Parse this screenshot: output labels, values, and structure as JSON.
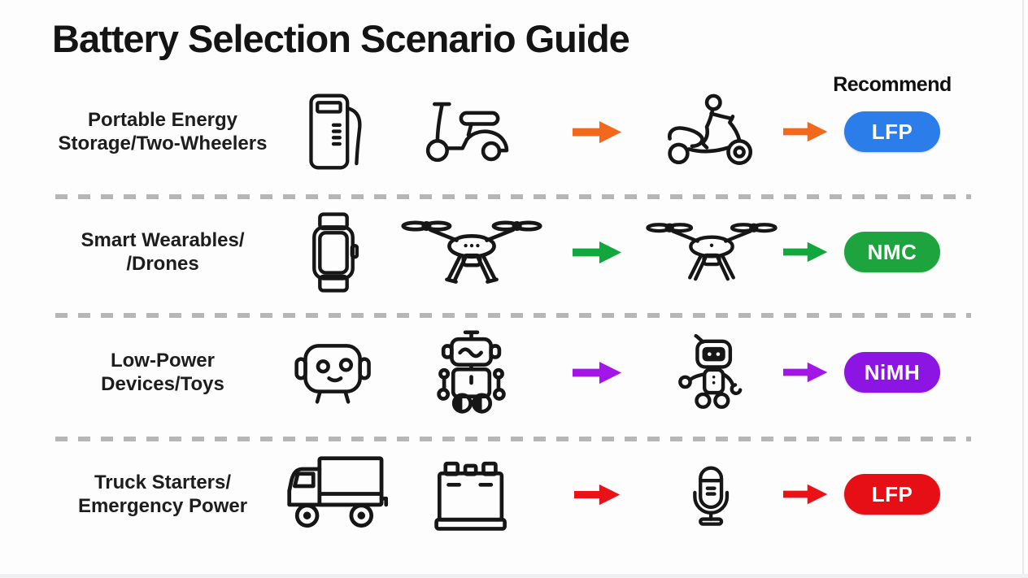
{
  "title": "Battery Selection Scenario Guide",
  "recommend_header": "Recommend",
  "divider_color": "#b6b6b6",
  "background_color": "#fdfdfd",
  "rows": [
    {
      "label_line1": "Portable Energy",
      "label_line2": "Storage/Two-Wheelers",
      "icons": [
        "power-station-icon",
        "scooter-icon",
        "scooter-rider-icon"
      ],
      "arrow_color": "#f2691d",
      "recommendation": "LFP",
      "pill_color": "#2b7de9"
    },
    {
      "label_line1": "Smart Wearables/",
      "label_line2": "/Drones",
      "icons": [
        "smartwatch-icon",
        "drone-icon",
        "drone-icon"
      ],
      "arrow_color": "#12a73c",
      "recommendation": "NMC",
      "pill_color": "#1ea43e"
    },
    {
      "label_line1": "Low-Power",
      "label_line2": "Devices/Toys",
      "icons": [
        "robot-head-icon",
        "robot-toy-icon",
        "robot-mini-icon"
      ],
      "arrow_color": "#a316e8",
      "recommendation": "NiMH",
      "pill_color": "#8d15e3"
    },
    {
      "label_line1": "Truck Starters/",
      "label_line2": "Emergency Power",
      "icons": [
        "truck-icon",
        "car-battery-icon",
        "microphone-icon"
      ],
      "arrow_color": "#ea1216",
      "recommendation": "LFP",
      "pill_color": "#e50f15"
    }
  ]
}
